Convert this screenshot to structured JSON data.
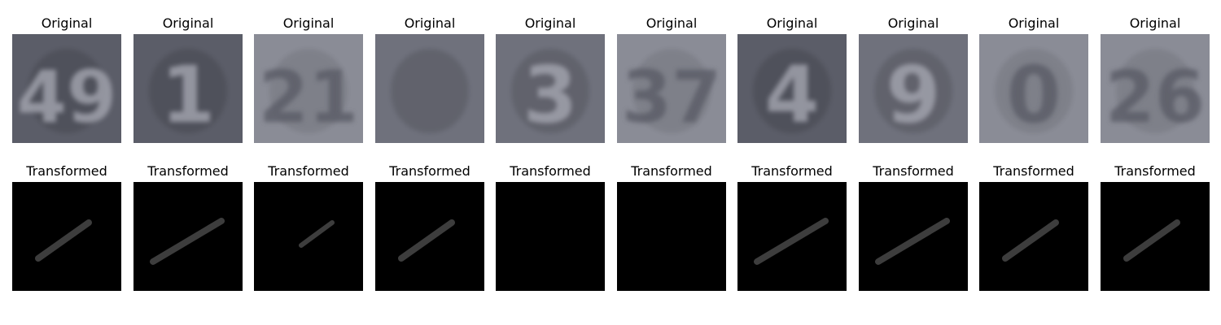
{
  "figure": {
    "row_titles": {
      "original": "Original",
      "transformed": "Transformed"
    },
    "samples": [
      {
        "digits": "49",
        "tone": "dark",
        "transformed_stroke": "medium"
      },
      {
        "digits": "1",
        "tone": "dark",
        "transformed_stroke": "long"
      },
      {
        "digits": "21",
        "tone": "light",
        "transformed_stroke": "short"
      },
      {
        "digits": "",
        "tone": "medium",
        "transformed_stroke": "medium"
      },
      {
        "digits": "3",
        "tone": "medium",
        "transformed_stroke": "none"
      },
      {
        "digits": "37",
        "tone": "light",
        "transformed_stroke": "none"
      },
      {
        "digits": "4",
        "tone": "dark",
        "transformed_stroke": "long"
      },
      {
        "digits": "9",
        "tone": "medium",
        "transformed_stroke": "long"
      },
      {
        "digits": "0",
        "tone": "light",
        "transformed_stroke": "medium"
      },
      {
        "digits": "26",
        "tone": "light",
        "transformed_stroke": "medium"
      }
    ],
    "colors": {
      "background": "#ffffff",
      "original_dark": "#5b5d68",
      "original_medium": "#6f717c",
      "original_light": "#8a8c96",
      "transformed_background": "#000000",
      "transformed_stroke": "#3d3d3d"
    }
  }
}
